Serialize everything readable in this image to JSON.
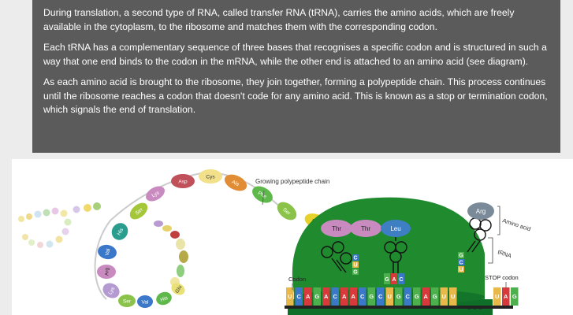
{
  "intro": {
    "paragraph_1": "During translation, a second type of RNA, called transfer RNA (tRNA), carries the amino acids, which are freely available in the cytoplasm, to the ribosome and matches them with the corresponding codon.",
    "paragraph_2": "Each tRNA has a complementary sequence of three bases that recognises a specific codon and is structured in such a way that one end binds to the codon in the mRNA, while the other end is attached to an amino acid (see diagram).",
    "paragraph_3": "As each amino acid is brought to the ribosome, they join together, forming a polypeptide chain. This process continues until the ribosome reaches a codon that doesn't code for any amino acid. This is known as a stop or termination codon, which signals the end of translation."
  },
  "diagram": {
    "growing_chain_label": "Growing polypeptide chain",
    "amino_acid_label": "Amino acid",
    "trna_label": "tRNA",
    "codon_label": "Codon",
    "stop_codon_label": "STOP codon",
    "chain_amino_acids": [
      "Asp",
      "Cys",
      "Ala",
      "Phe",
      "Ser",
      "Glu",
      "Lys",
      "Ser",
      "His",
      "Val",
      "Arg",
      "Lys",
      "Ser",
      "Val",
      "His",
      "Glu"
    ],
    "ribosome_amino_acids": [
      "Thr",
      "Thr",
      "Leu"
    ],
    "free_trna_amino_acid": "Arg",
    "anticodon_left": [
      "C",
      "U",
      "G"
    ],
    "anticodon_right": [
      "G",
      "A",
      "C"
    ],
    "anticodon_free": [
      "G",
      "C",
      "U"
    ],
    "mrna_bases": [
      "U",
      "C",
      "A",
      "G",
      "A",
      "C",
      "A",
      "A",
      "C",
      "G",
      "C",
      "U",
      "G",
      "C",
      "G",
      "A",
      "G",
      "U",
      "U"
    ],
    "stop_bases": [
      "U",
      "A",
      "G"
    ],
    "ellipsis": "■ ■ ■",
    "colors": {
      "panel": "#5b5b5b",
      "ribosome": "#1f8a2e",
      "ribosome_dark": "#0f6e27",
      "base_U": "#e9b84a",
      "base_C": "#3b78c9",
      "base_A": "#d8393b",
      "base_G": "#4db04d",
      "amino_peptide": "#c98bbf",
      "amino_leu": "#3e7fc4"
    }
  }
}
